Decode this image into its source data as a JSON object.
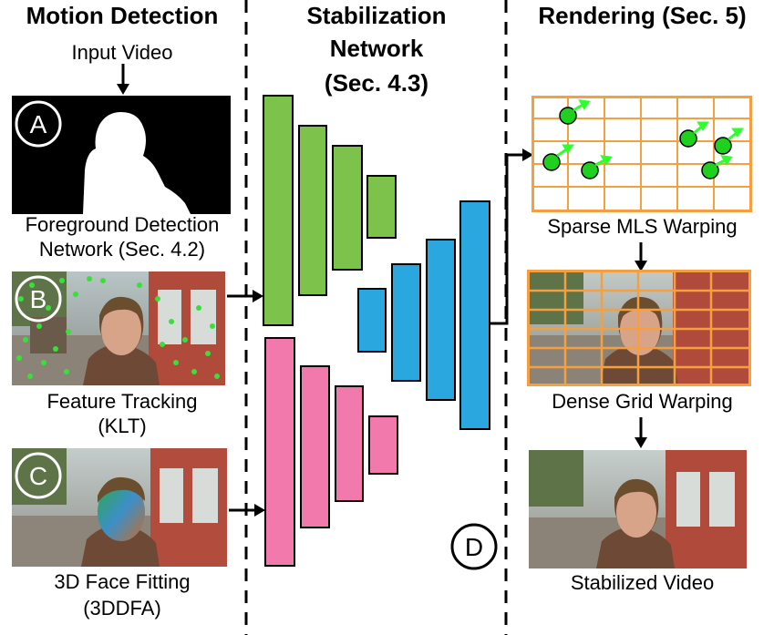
{
  "columns": {
    "motion_detection": "Motion Detection",
    "stabilization_line1": "Stabilization",
    "stabilization_line2": "Network",
    "stabilization_line3": "(Sec. 4.3)",
    "rendering": "Rendering (Sec. 5)"
  },
  "left": {
    "input_video": "Input Video",
    "fg_line1": "Foreground Detection",
    "fg_line2": "Network (Sec. 4.2)",
    "ft_line1": "Feature Tracking",
    "ft_line2": "(KLT)",
    "face_line1": "3D Face Fitting",
    "face_line2": "(3DDFA)"
  },
  "markers": {
    "a": "A",
    "b": "B",
    "c": "C",
    "d": "D"
  },
  "right": {
    "sparse": "Sparse MLS Warping",
    "dense": "Dense Grid Warping",
    "stabilized": "Stabilized Video"
  },
  "colors": {
    "green": "#7dc24b",
    "blue": "#2aa7df",
    "pink": "#f279ab",
    "grid_orange": "#f5a040",
    "point_green": "#1fd01f",
    "arrow_green": "#2cff2c"
  }
}
